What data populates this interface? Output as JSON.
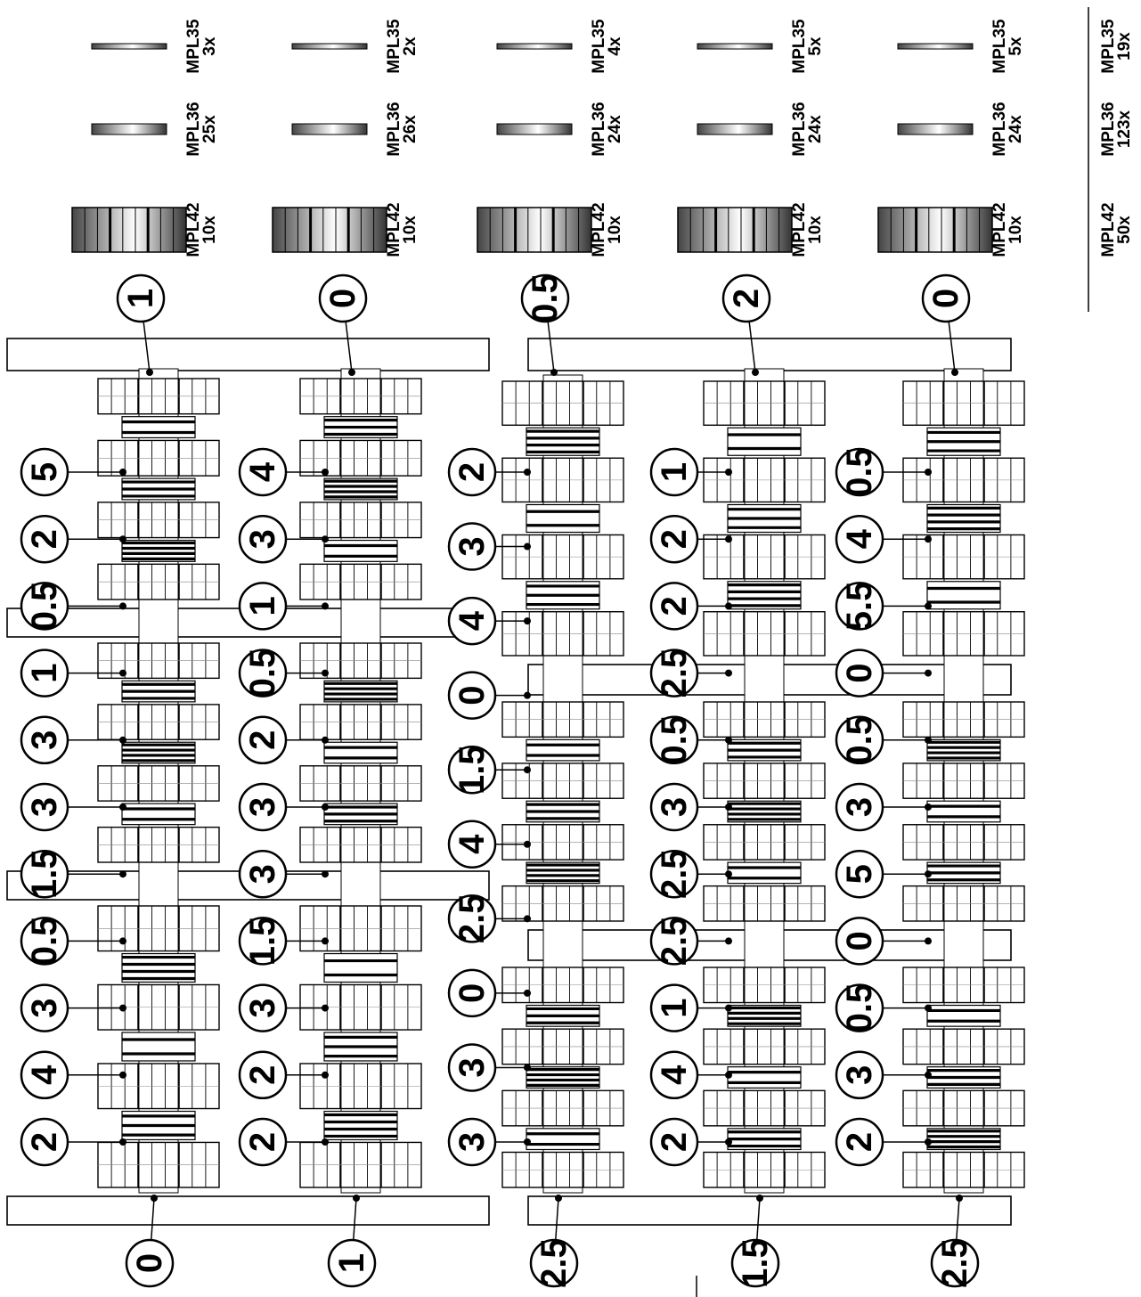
{
  "legend": {
    "columns": [
      {
        "label": "MPL35",
        "counts": [
          "3x",
          "2x",
          "4x",
          "5x",
          "5x"
        ],
        "total": "19x",
        "symbol": "thin-disc"
      },
      {
        "label": "MPL36",
        "counts": [
          "25x",
          "26x",
          "24x",
          "24x",
          "24x"
        ],
        "total": "123x",
        "symbol": "thick-disc"
      },
      {
        "label": "MPL42",
        "counts": [
          "10x",
          "10x",
          "10x",
          "10x",
          "10x"
        ],
        "total": "50x",
        "symbol": "gear-stack"
      }
    ]
  },
  "rows": [
    {
      "id": "row-1",
      "end_top": "1",
      "end_bottom": "0",
      "callouts": [
        "5",
        "2",
        "0.5",
        "1",
        "3",
        "3",
        "1.5",
        "0.5",
        "3",
        "4",
        "2"
      ]
    },
    {
      "id": "row-2",
      "end_top": "0",
      "end_bottom": "1",
      "callouts": [
        "4",
        "3",
        "1",
        "0.5",
        "2",
        "3",
        "3",
        "1.5",
        "3",
        "2",
        "2"
      ]
    },
    {
      "id": "row-3",
      "end_top": "0.5",
      "end_bottom": "2.5",
      "callouts": [
        "2",
        "3",
        "4",
        "0",
        "1.5",
        "4",
        "2.5",
        "0",
        "3",
        "3"
      ]
    },
    {
      "id": "row-4",
      "end_top": "2",
      "end_bottom": "1.5",
      "callouts": [
        "1",
        "2",
        "2",
        "2.5",
        "0.5",
        "3",
        "2.5",
        "2.5",
        "1",
        "4",
        "2"
      ]
    },
    {
      "id": "row-5",
      "end_top": "0",
      "end_bottom": "2.5",
      "callouts": [
        "0.5",
        "4",
        "5.5",
        "0",
        "0.5",
        "3",
        "5",
        "0",
        "0.5",
        "3",
        "2"
      ]
    }
  ]
}
